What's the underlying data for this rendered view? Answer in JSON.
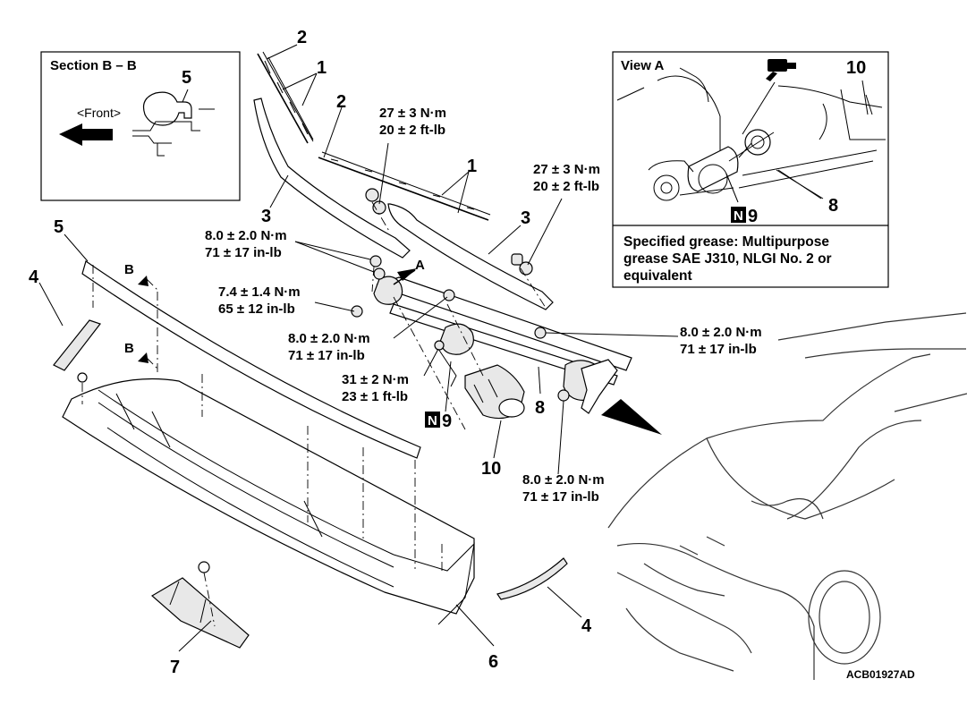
{
  "section_box": {
    "title": "Section B – B",
    "front_label": "<Front>",
    "part_number": "5"
  },
  "view_box": {
    "title": "View A",
    "part_number_10": "10",
    "part_number_8": "8",
    "n_badge": "N",
    "n_number": "9",
    "note_line1": "Specified grease: Multipurpose",
    "note_line2": "grease SAE J310, NLGI No. 2 or",
    "note_line3": "equivalent"
  },
  "callouts": {
    "p1_top": "1",
    "p2_top": "2",
    "p2_mid": "2",
    "p1_mid": "1",
    "p3_left": "3",
    "p3_right": "3",
    "p5_left": "5",
    "p4_left": "4",
    "p4_right": "4",
    "p6": "6",
    "p7": "7",
    "p8": "8",
    "p10": "10",
    "label_A": "A",
    "label_B_top": "B",
    "label_B_bottom": "B",
    "n9_badge": "N",
    "n9_number": "9"
  },
  "torques": {
    "t1_line1": "27 ± 3 N·m",
    "t1_line2": "20 ± 2 ft-lb",
    "t2_line1": "27 ± 3 N·m",
    "t2_line2": "20 ± 2 ft-lb",
    "t3_line1": "8.0 ± 2.0 N·m",
    "t3_line2": "71 ± 17 in-lb",
    "t4_line1": "7.4 ± 1.4 N·m",
    "t4_line2": "65 ± 12 in-lb",
    "t5_line1": "8.0 ± 2.0 N·m",
    "t5_line2": "71 ± 17 in-lb",
    "t6_line1": "31 ± 2 N·m",
    "t6_line2": "23 ± 1 ft-lb",
    "t7_line1": "8.0 ± 2.0 N·m",
    "t7_line2": "71 ± 17 in-lb",
    "t8_line1": "8.0 ± 2.0 N·m",
    "t8_line2": "71 ± 17 in-lb"
  },
  "figure_code": "ACB01927AD"
}
